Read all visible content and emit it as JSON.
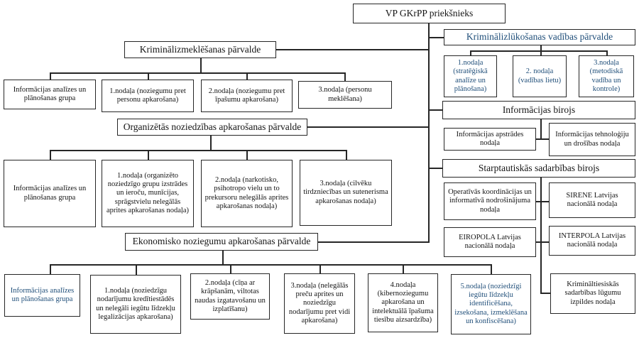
{
  "colors": {
    "accent_blue": "#1F4E79",
    "line_color": "#262626",
    "box_background": "#FFFFFF"
  },
  "chart": {
    "root": "VP GKrPP priekšnieks",
    "branches": {
      "kip": {
        "title": "Kriminālizmeklēšanas pārvalde",
        "children": [
          "Informācijas analīzes un plānošanas grupa",
          "1.nodaļa (noziegumu pret personu apkarošana)",
          "2.nodaļa (noziegumu pret īpašumu apkarošana)",
          "3.nodaļa (personu meklēšana)"
        ]
      },
      "onp": {
        "title": "Organizētās noziedzības apkarošanas pārvalde",
        "children": [
          "Informācijas analīzes un plānošanas grupa",
          "1.nodaļa (organizēto noziedzīgo grupu izstrādes un ieroču, munīcijas, sprāgstvielu nelegālās aprites apkarošanas nodaļa)",
          "2.nodaļa (narkotisko, psihotropo vielu un to prekursoru nelegālās aprites apkarošanas nodaļa)",
          "3.nodaļa (cilvēku tirdzniecības un sutenerisma apkarošanas nodaļa)"
        ]
      },
      "enp": {
        "title": "Ekonomisko noziegumu apkarošanas pārvalde",
        "children": [
          "Informācijas analīzes un plānošanas grupa",
          "1.nodaļa (noziedzīgu nodarījumu kredītiestādēs un nelegāli iegūtu līdzekļu legalizācijas apkarošana)",
          "2.nodaļa (cīņa ar krāpšanām, viltotas naudas izgatavošanu un izplatīšanu)",
          "3.nodaļa (nelegālās preču aprites un noziedzīgu nodarījumu pret vidi apkarošana)",
          "4.nodaļa (kibernoziegumu apkarošana un intelektuālā īpašuma tiesību aizsardzība)",
          "5.nodaļa (noziedzīgi iegūtu līdzekļu identificēšana, izsekošana, izmeklēšana un konfiscēšana)"
        ]
      },
      "kvp": {
        "title": "Kriminālizlūkošanas vadības pārvalde",
        "children": [
          "1.nodaļa (stratēģiskā analīze un plānošana)",
          "2. nodaļa (vadības lietu)",
          "3.nodaļa (metodiskā vadība un kontrole)"
        ]
      },
      "ib": {
        "title": "Informācijas birojs",
        "children": [
          "Informācijas apstrādes nodaļa",
          "Informācijas tehnoloģiju un drošības nodaļa"
        ]
      },
      "ssb": {
        "title": "Starptautiskās sadarbības birojs",
        "children": [
          "Operatīvās koordinācijas un informatīvā nodrošinājuma nodaļa",
          "SIRENE Latvijas nacionālā nodaļa",
          "EIROPOLA Latvijas nacionālā nodaļa",
          "INTERPOLA Latvijas nacionālā nodaļa",
          "Krimināltiesiskās sadarbības lūgumu izpildes nodaļa"
        ]
      }
    }
  }
}
